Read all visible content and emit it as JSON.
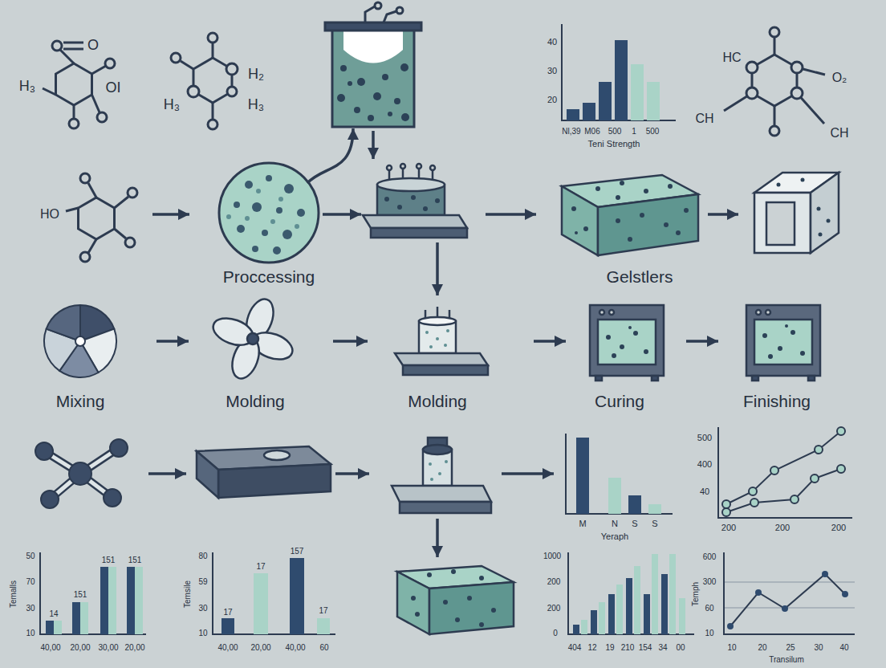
{
  "diagram": {
    "nodes": [
      {
        "text": [
          "Proccessing"
        ]
      },
      {
        "text": [
          "Gelstlers"
        ]
      },
      {
        "text": [
          "Mixing"
        ]
      },
      {
        "text": [
          "Molding"
        ]
      },
      {
        "text": [
          "Molding"
        ]
      },
      {
        "text": [
          "Curing"
        ]
      },
      {
        "text": [
          "Finishing"
        ]
      }
    ],
    "edges": [
      {
        "from": 2,
        "to": 3,
        "arrow": "to"
      },
      {
        "from": 3,
        "to": 4,
        "arrow": "to"
      },
      {
        "from": 4,
        "to": 5,
        "arrow": "to"
      },
      {
        "from": 5,
        "to": 6,
        "arrow": "to"
      }
    ],
    "labels": [
      "O",
      "H₃",
      "OI",
      "H₂",
      "H₃",
      "H₃",
      "40",
      "30",
      "20",
      "Nl,39",
      "M06",
      "500",
      "1",
      "500",
      "Teni Strength",
      "HC",
      "O₂",
      "CH",
      "CH",
      "HO",
      "M",
      "N",
      "S",
      "S",
      "Yeraph",
      "500",
      "400",
      "40",
      "200",
      "200",
      "200",
      "50",
      "70",
      "30",
      "10",
      "Temalls",
      "14",
      "151",
      "151",
      "151",
      "40,00",
      "20,00",
      "30,00",
      "20,00",
      "80",
      "59",
      "30",
      "10",
      "Temsile",
      "17",
      "17",
      "157",
      "17",
      "40,00",
      "20,00",
      "40,00",
      "60",
      "1000",
      "200",
      "200",
      "0",
      "404",
      "12",
      "19",
      "210",
      "154",
      "34",
      "00",
      "600",
      "300",
      "60",
      "10",
      "Temph",
      "10",
      "20",
      "25",
      "30",
      "40",
      "Transilum"
    ]
  }
}
